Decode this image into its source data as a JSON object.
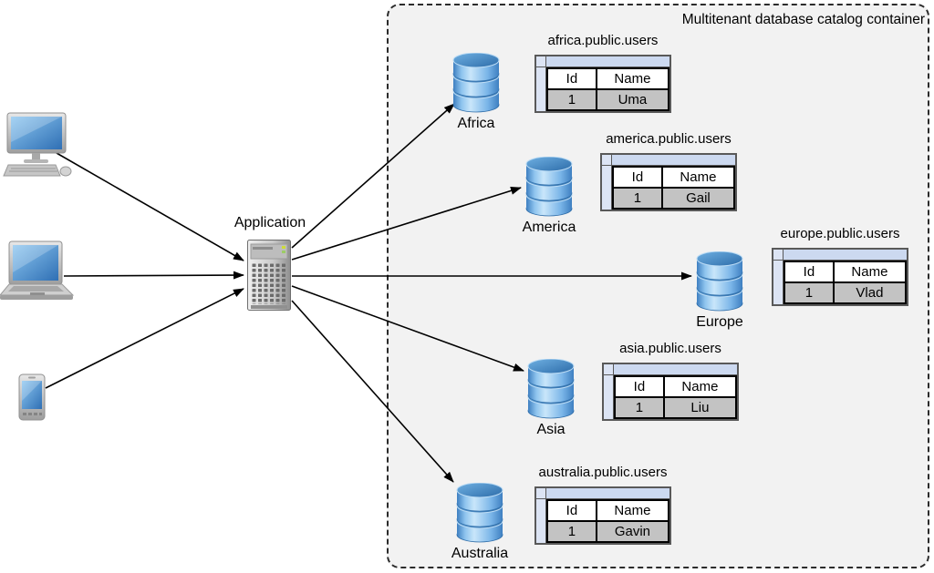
{
  "diagram_title": "Multitenant database catalog container",
  "application": {
    "label": "Application",
    "icon": "server-tower-icon"
  },
  "clients": [
    {
      "name": "desktop",
      "icon": "desktop-computer-icon"
    },
    {
      "name": "laptop",
      "icon": "laptop-icon"
    },
    {
      "name": "smartphone",
      "icon": "smartphone-icon"
    }
  ],
  "databases": [
    {
      "label": "Africa",
      "icon": "database-cylinder-icon",
      "table": {
        "title": "africa.public.users",
        "columns": [
          "Id",
          "Name"
        ],
        "rows": [
          [
            "1",
            "Uma"
          ]
        ]
      }
    },
    {
      "label": "America",
      "icon": "database-cylinder-icon",
      "table": {
        "title": "america.public.users",
        "columns": [
          "Id",
          "Name"
        ],
        "rows": [
          [
            "1",
            "Gail"
          ]
        ]
      }
    },
    {
      "label": "Europe",
      "icon": "database-cylinder-icon",
      "table": {
        "title": "europe.public.users",
        "columns": [
          "Id",
          "Name"
        ],
        "rows": [
          [
            "1",
            "Vlad"
          ]
        ]
      }
    },
    {
      "label": "Asia",
      "icon": "database-cylinder-icon",
      "table": {
        "title": "asia.public.users",
        "columns": [
          "Id",
          "Name"
        ],
        "rows": [
          [
            "1",
            "Liu"
          ]
        ]
      }
    },
    {
      "label": "Australia",
      "icon": "database-cylinder-icon",
      "table": {
        "title": "australia.public.users",
        "columns": [
          "Id",
          "Name"
        ],
        "rows": [
          [
            "1",
            "Gavin"
          ]
        ]
      }
    }
  ],
  "colors": {
    "container_bg": "#f2f2f2",
    "container_border": "#2b2b2b",
    "table_header_strip": "#ccd9f0",
    "table_side_strip": "#dce4f4",
    "table_header_row": "#ffffff",
    "table_data_row": "#c3c3c3",
    "database_blue": "#5b9bd5",
    "arrow": "#000000"
  }
}
